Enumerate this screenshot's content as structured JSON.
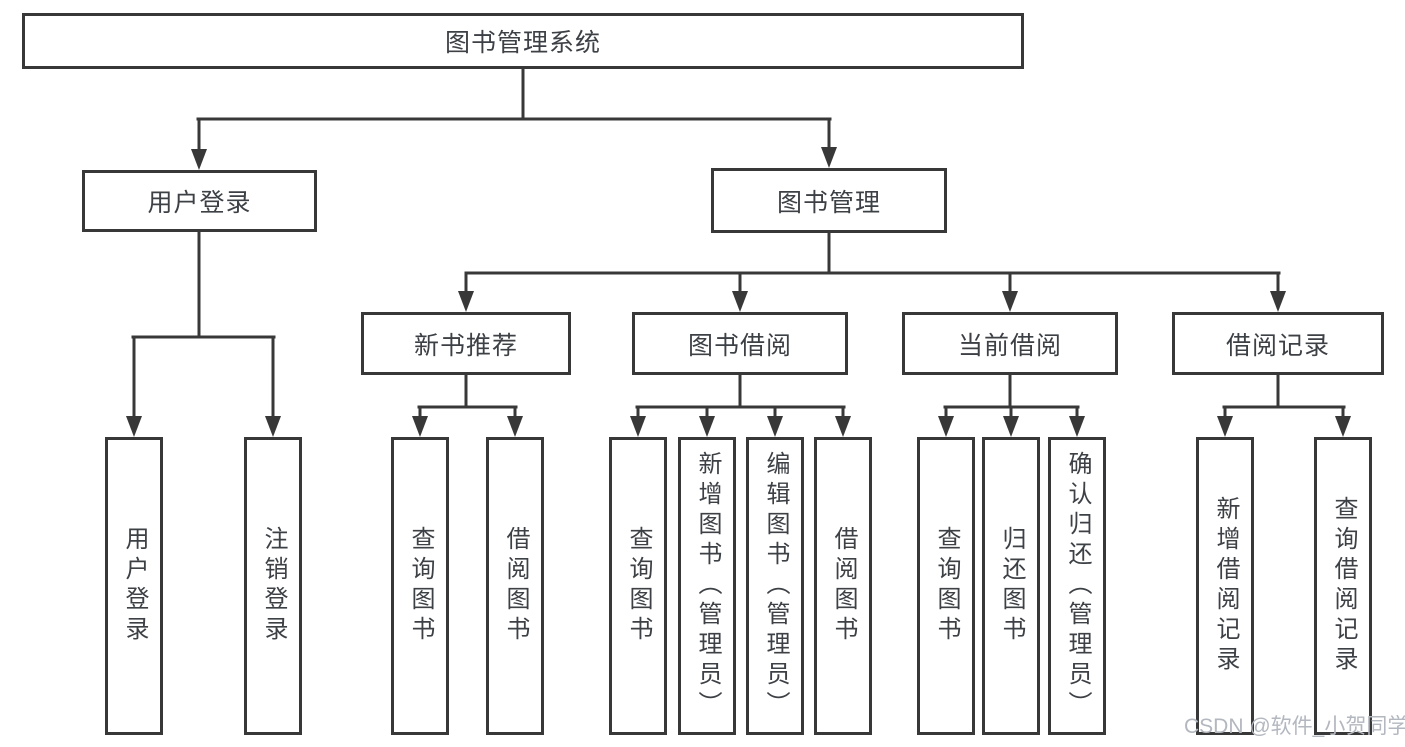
{
  "colors": {
    "line": "#383838",
    "text": "#3d4146",
    "watermark": "#b3b7bf",
    "background": "#ffffff"
  },
  "watermark": "CSDN @软件_小贺同学",
  "tree": {
    "root": {
      "label": "图书管理系统",
      "children": [
        {
          "label": "用户登录",
          "children": [
            {
              "label": "用户登录"
            },
            {
              "label": "注销登录"
            }
          ]
        },
        {
          "label": "图书管理",
          "children": [
            {
              "label": "新书推荐",
              "children": [
                {
                  "label": "查询图书"
                },
                {
                  "label": "借阅图书"
                }
              ]
            },
            {
              "label": "图书借阅",
              "children": [
                {
                  "label": "查询图书"
                },
                {
                  "label": "新增图书（管理员）"
                },
                {
                  "label": "编辑图书（管理员）"
                },
                {
                  "label": "借阅图书"
                }
              ]
            },
            {
              "label": "当前借阅",
              "children": [
                {
                  "label": "查询图书"
                },
                {
                  "label": "归还图书"
                },
                {
                  "label": "确认归还（管理员）"
                }
              ]
            },
            {
              "label": "借阅记录",
              "children": [
                {
                  "label": "新增借阅记录"
                },
                {
                  "label": "查询借阅记录"
                }
              ]
            }
          ]
        }
      ]
    }
  }
}
